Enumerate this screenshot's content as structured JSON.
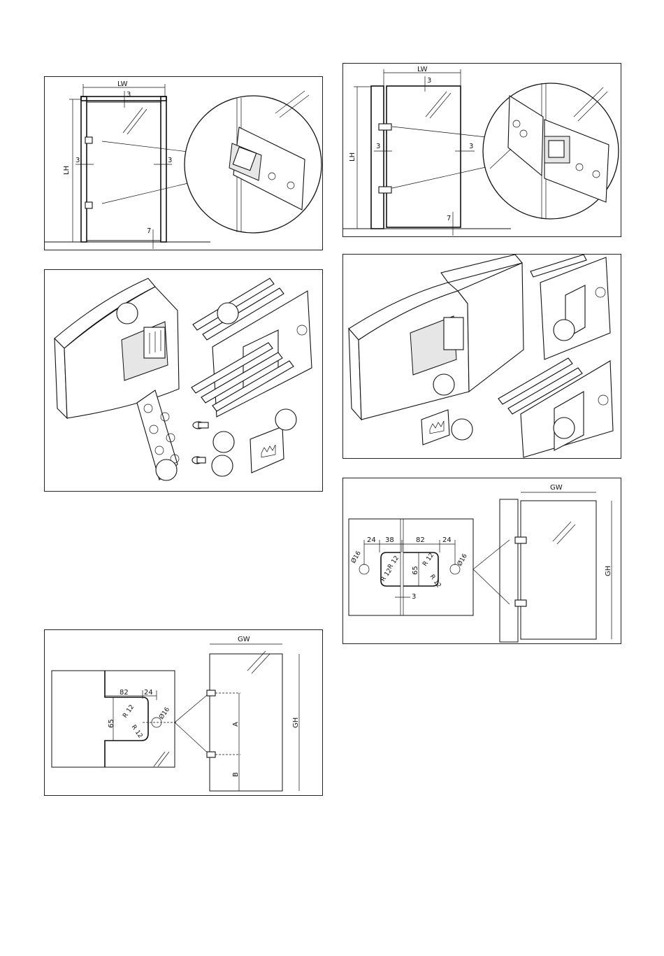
{
  "panel1": {
    "labels": {
      "lw": "LW",
      "top": "3",
      "lh": "LH",
      "left": "3",
      "right": "3",
      "bottom": "7"
    }
  },
  "panel2": {
    "labels": {
      "lw": "LW",
      "top": "3",
      "lh": "LH",
      "left": "3",
      "right": "3",
      "bottom": "7"
    }
  },
  "panel3": {},
  "panel4": {},
  "panel5": {
    "labels": {
      "d1": "82",
      "d2": "24",
      "r1": "R 12",
      "r2": "R 12",
      "dia": "Ø16",
      "h": "65",
      "gw": "GW",
      "gh": "GH",
      "a": "A",
      "b": "B"
    }
  },
  "panel6": {
    "labels": {
      "d1": "24",
      "d2": "38",
      "d3": "82",
      "d4": "24",
      "dia1": "Ø16",
      "dia2": "Ø16",
      "r1": "R 12",
      "r2": "R 12",
      "r3": "R 12",
      "r4": "R 12",
      "h": "65",
      "gap": "3",
      "gw": "GW",
      "gh": "GH"
    }
  }
}
